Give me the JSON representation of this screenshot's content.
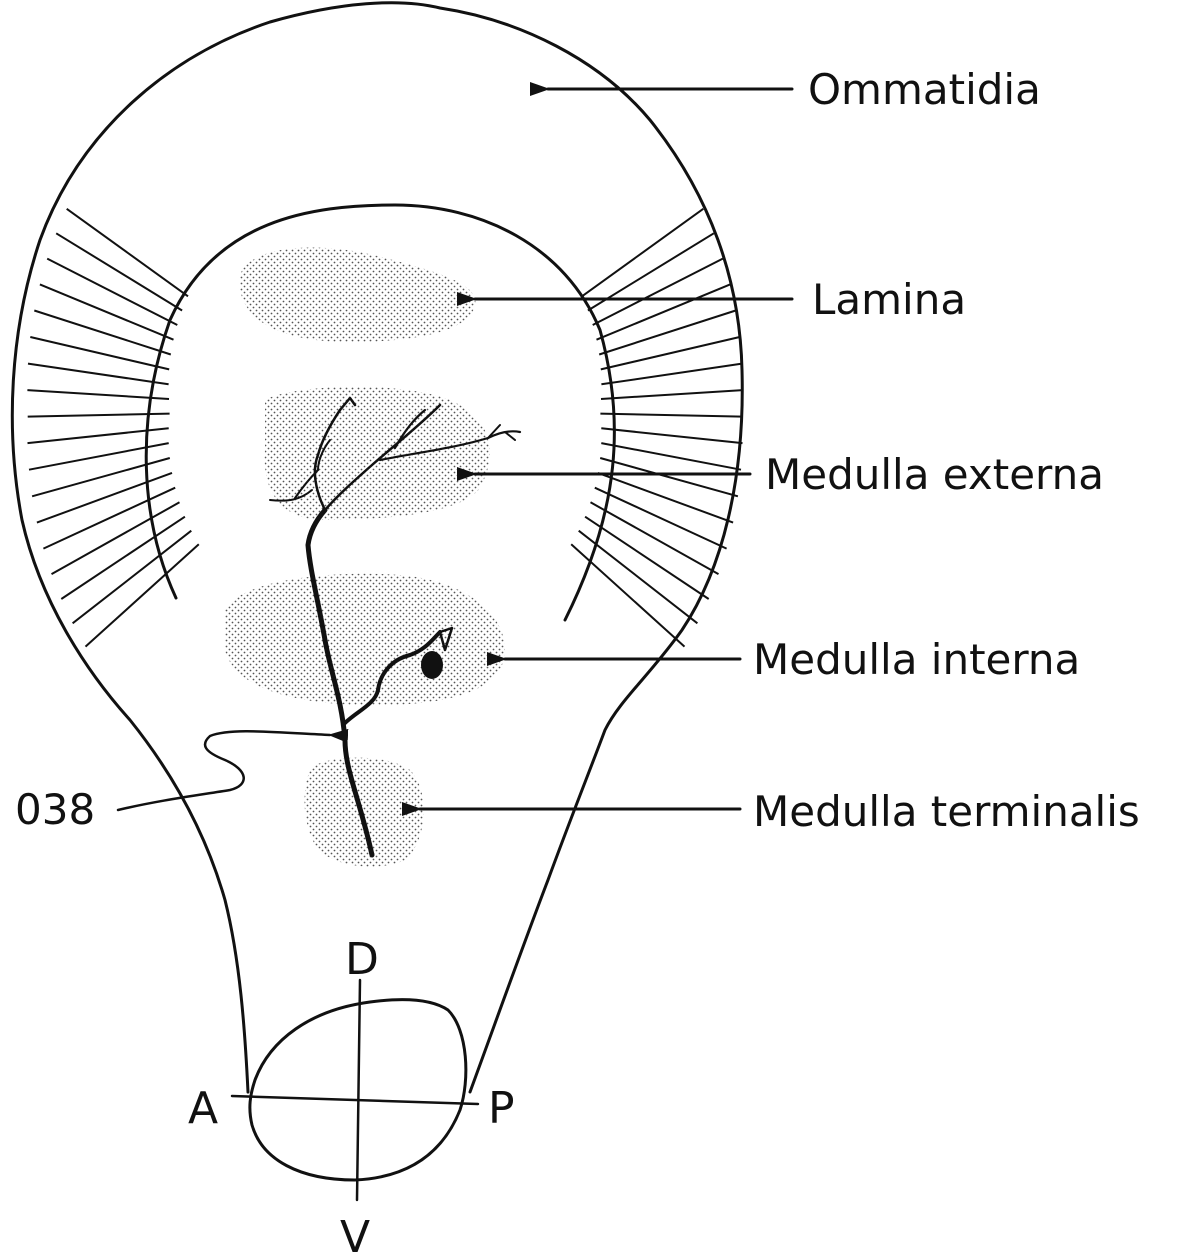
{
  "labels": {
    "ommatidia": "Ommatidia",
    "lamina": "Lamina",
    "medulla_externa": "Medulla externa",
    "medulla_interna": "Medulla interna",
    "medulla_terminalis": "Medulla terminalis",
    "neuron_id": "038"
  },
  "axes": {
    "dorsal": "D",
    "ventral": "V",
    "anterior": "A",
    "posterior": "P"
  },
  "colors": {
    "ink": "#111111",
    "stipple": "#555555",
    "background": "#ffffff"
  }
}
